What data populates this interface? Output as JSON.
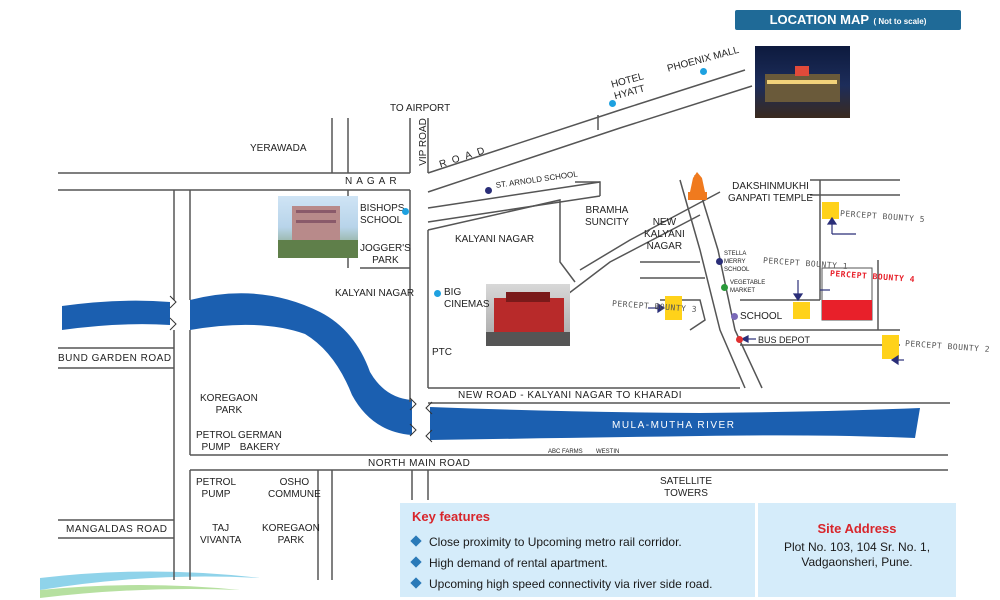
{
  "header": {
    "title": "LOCATION MAP",
    "subtitle": "( Not to scale)"
  },
  "roads": {
    "bund_garden": "BUND GARDEN ROAD",
    "mangaldas": "MANGALDAS ROAD",
    "north_main": "NORTH MAIN ROAD",
    "new_road": "NEW ROAD - KALYANI NAGAR TO KHARADI",
    "nagar_left": "NAGAR",
    "nagar_road": "ROAD",
    "vip_road": "VIP ROAD",
    "to_airport": "TO AIRPORT"
  },
  "river": {
    "name": "MULA-MUTHA RIVER"
  },
  "places": {
    "yerawada": "YERAWADA",
    "hotel_hyatt": "HOTEL\nHYATT",
    "phoenix_mall": "PHOENIX MALL",
    "st_arnold": "ST. ARNOLD SCHOOL",
    "bishops_school": "BISHOPS\nSCHOOL",
    "joggers_park": "JOGGER'S\nPARK",
    "kalyani_nagar_1": "KALYANI NAGAR",
    "kalyani_nagar_2": "KALYANI NAGAR",
    "bramha_suncity": "BRAMHA\nSUNCITY",
    "new_kalyani_nagar": "NEW\nKALYANI\nNAGAR",
    "dakshinmukhi": "DAKSHINMUKHI\nGANPATI TEMPLE",
    "stella_merry": "STELLA\nMERRY\nSCHOOL",
    "vegetable_market": "VEGETABLE\nMARKET",
    "school": "SCHOOL",
    "bus_depot": "BUS DEPOT",
    "big_cinemas": "BIG\nCINEMAS",
    "ptc": "PTC",
    "koregaon_park_1": "KOREGAON\nPARK",
    "petrol_pump_1": "PETROL\nPUMP",
    "german_bakery": "GERMAN\nBAKERY",
    "petrol_pump_2": "PETROL\nPUMP",
    "osho_commune": "OSHO\nCOMMUNE",
    "taj_vivanta": "TAJ\nVIVANTA",
    "koregaon_park_2": "KOREGAON\nPARK",
    "satellite_towers": "SATELLITE\nTOWERS",
    "abc_farms": "ABC FARMS",
    "westin": "WESTIN"
  },
  "projects": {
    "p1": "PERCEPT\nBOUNTY 1",
    "p2": "PERCEPT\nBOUNTY 2",
    "p3": "PERCEPT\nBOUNTY 3",
    "p4": "PERCEPT\nBOUNTY 4",
    "p5": "PERCEPT\nBOUNTY 5"
  },
  "key_features": {
    "title": "Key features",
    "items": [
      "Close proximity to Upcoming metro rail corridor.",
      "High demand of rental apartment.",
      "Upcoming high speed connectivity via river side road."
    ]
  },
  "site_address": {
    "title": "Site Address",
    "lines": [
      "Plot No. 103, 104 Sr. No. 1,",
      "Vadgaonsheri, Pune."
    ]
  },
  "colors": {
    "river": "#1b5fb0",
    "road": "#555555",
    "header_bg": "#1f6a97",
    "panel_bg": "#d5ecfa",
    "accent_red": "#d8252b",
    "project_yellow": "#ffd21a",
    "project_red": "#e8202a",
    "temple": "#f07a1e"
  },
  "icons": [
    "temple-icon",
    "arrow-icon",
    "bullet-icon"
  ]
}
